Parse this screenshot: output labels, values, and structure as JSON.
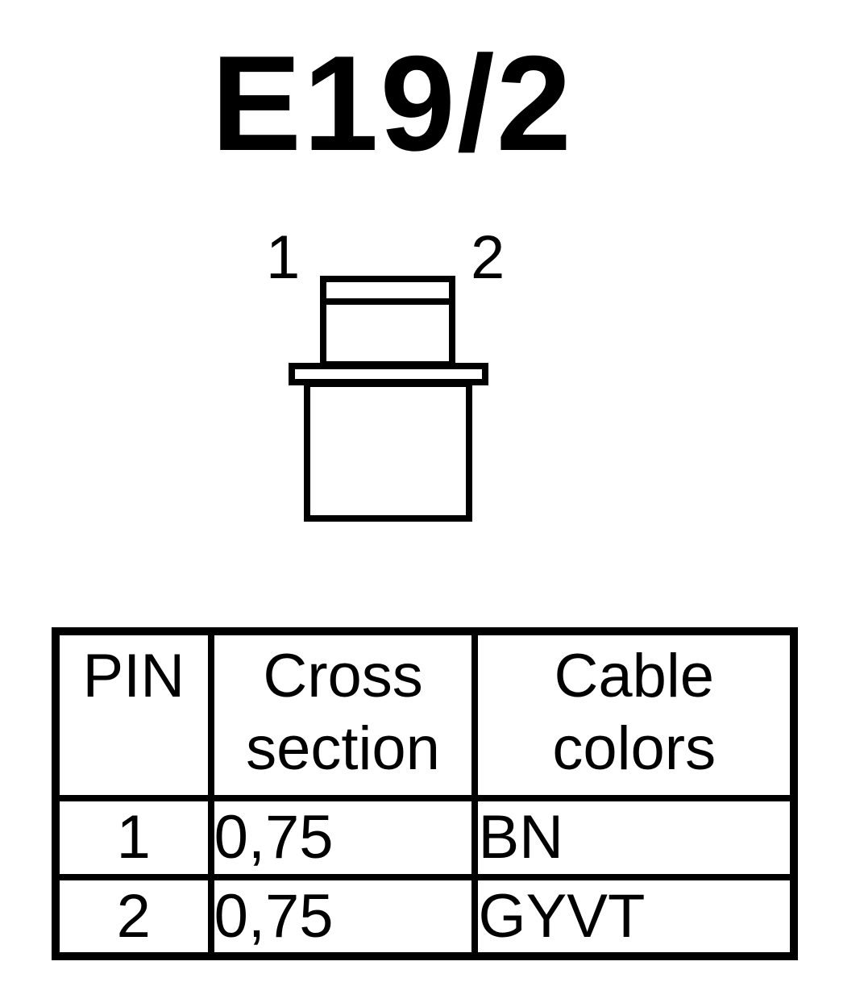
{
  "title": "E19/2",
  "connector": {
    "pin_labels": [
      "1",
      "2"
    ]
  },
  "table": {
    "headers": {
      "pin": "PIN",
      "cross_section": [
        "Cross",
        "section"
      ],
      "cable_colors": [
        "Cable",
        "colors"
      ]
    },
    "rows": [
      {
        "pin": "1",
        "cross_section": "0,75",
        "cable_color": "BN"
      },
      {
        "pin": "2",
        "cross_section": "0,75",
        "cable_color": "GYVT"
      }
    ]
  }
}
